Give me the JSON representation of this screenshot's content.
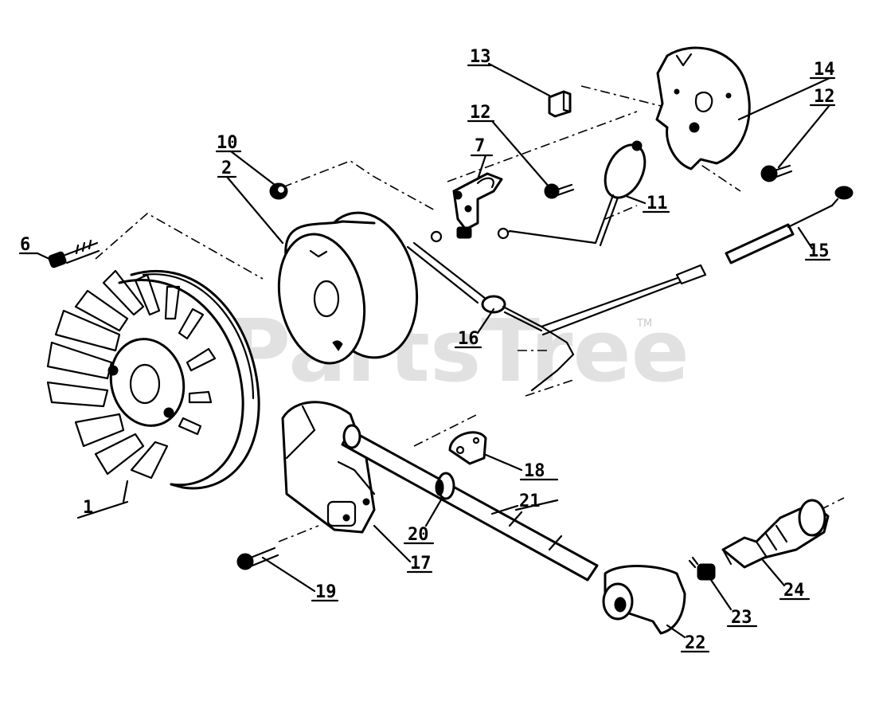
{
  "watermark": {
    "text": "PartsTree",
    "mark": "TM"
  },
  "callouts": [
    {
      "id": "1",
      "label": "1"
    },
    {
      "id": "2",
      "label": "2"
    },
    {
      "id": "6",
      "label": "6"
    },
    {
      "id": "7",
      "label": "7"
    },
    {
      "id": "10",
      "label": "10"
    },
    {
      "id": "11",
      "label": "11"
    },
    {
      "id": "12a",
      "label": "12"
    },
    {
      "id": "12b",
      "label": "12"
    },
    {
      "id": "13",
      "label": "13"
    },
    {
      "id": "14",
      "label": "14"
    },
    {
      "id": "15",
      "label": "15"
    },
    {
      "id": "16",
      "label": "16"
    },
    {
      "id": "17",
      "label": "17"
    },
    {
      "id": "18",
      "label": "18"
    },
    {
      "id": "19",
      "label": "19"
    },
    {
      "id": "20",
      "label": "20"
    },
    {
      "id": "21",
      "label": "21"
    },
    {
      "id": "22",
      "label": "22"
    },
    {
      "id": "23",
      "label": "23"
    },
    {
      "id": "24",
      "label": "24"
    }
  ],
  "colors": {
    "ink": "#000000",
    "watermark": "#c9c9c9",
    "background": "#ffffff"
  }
}
